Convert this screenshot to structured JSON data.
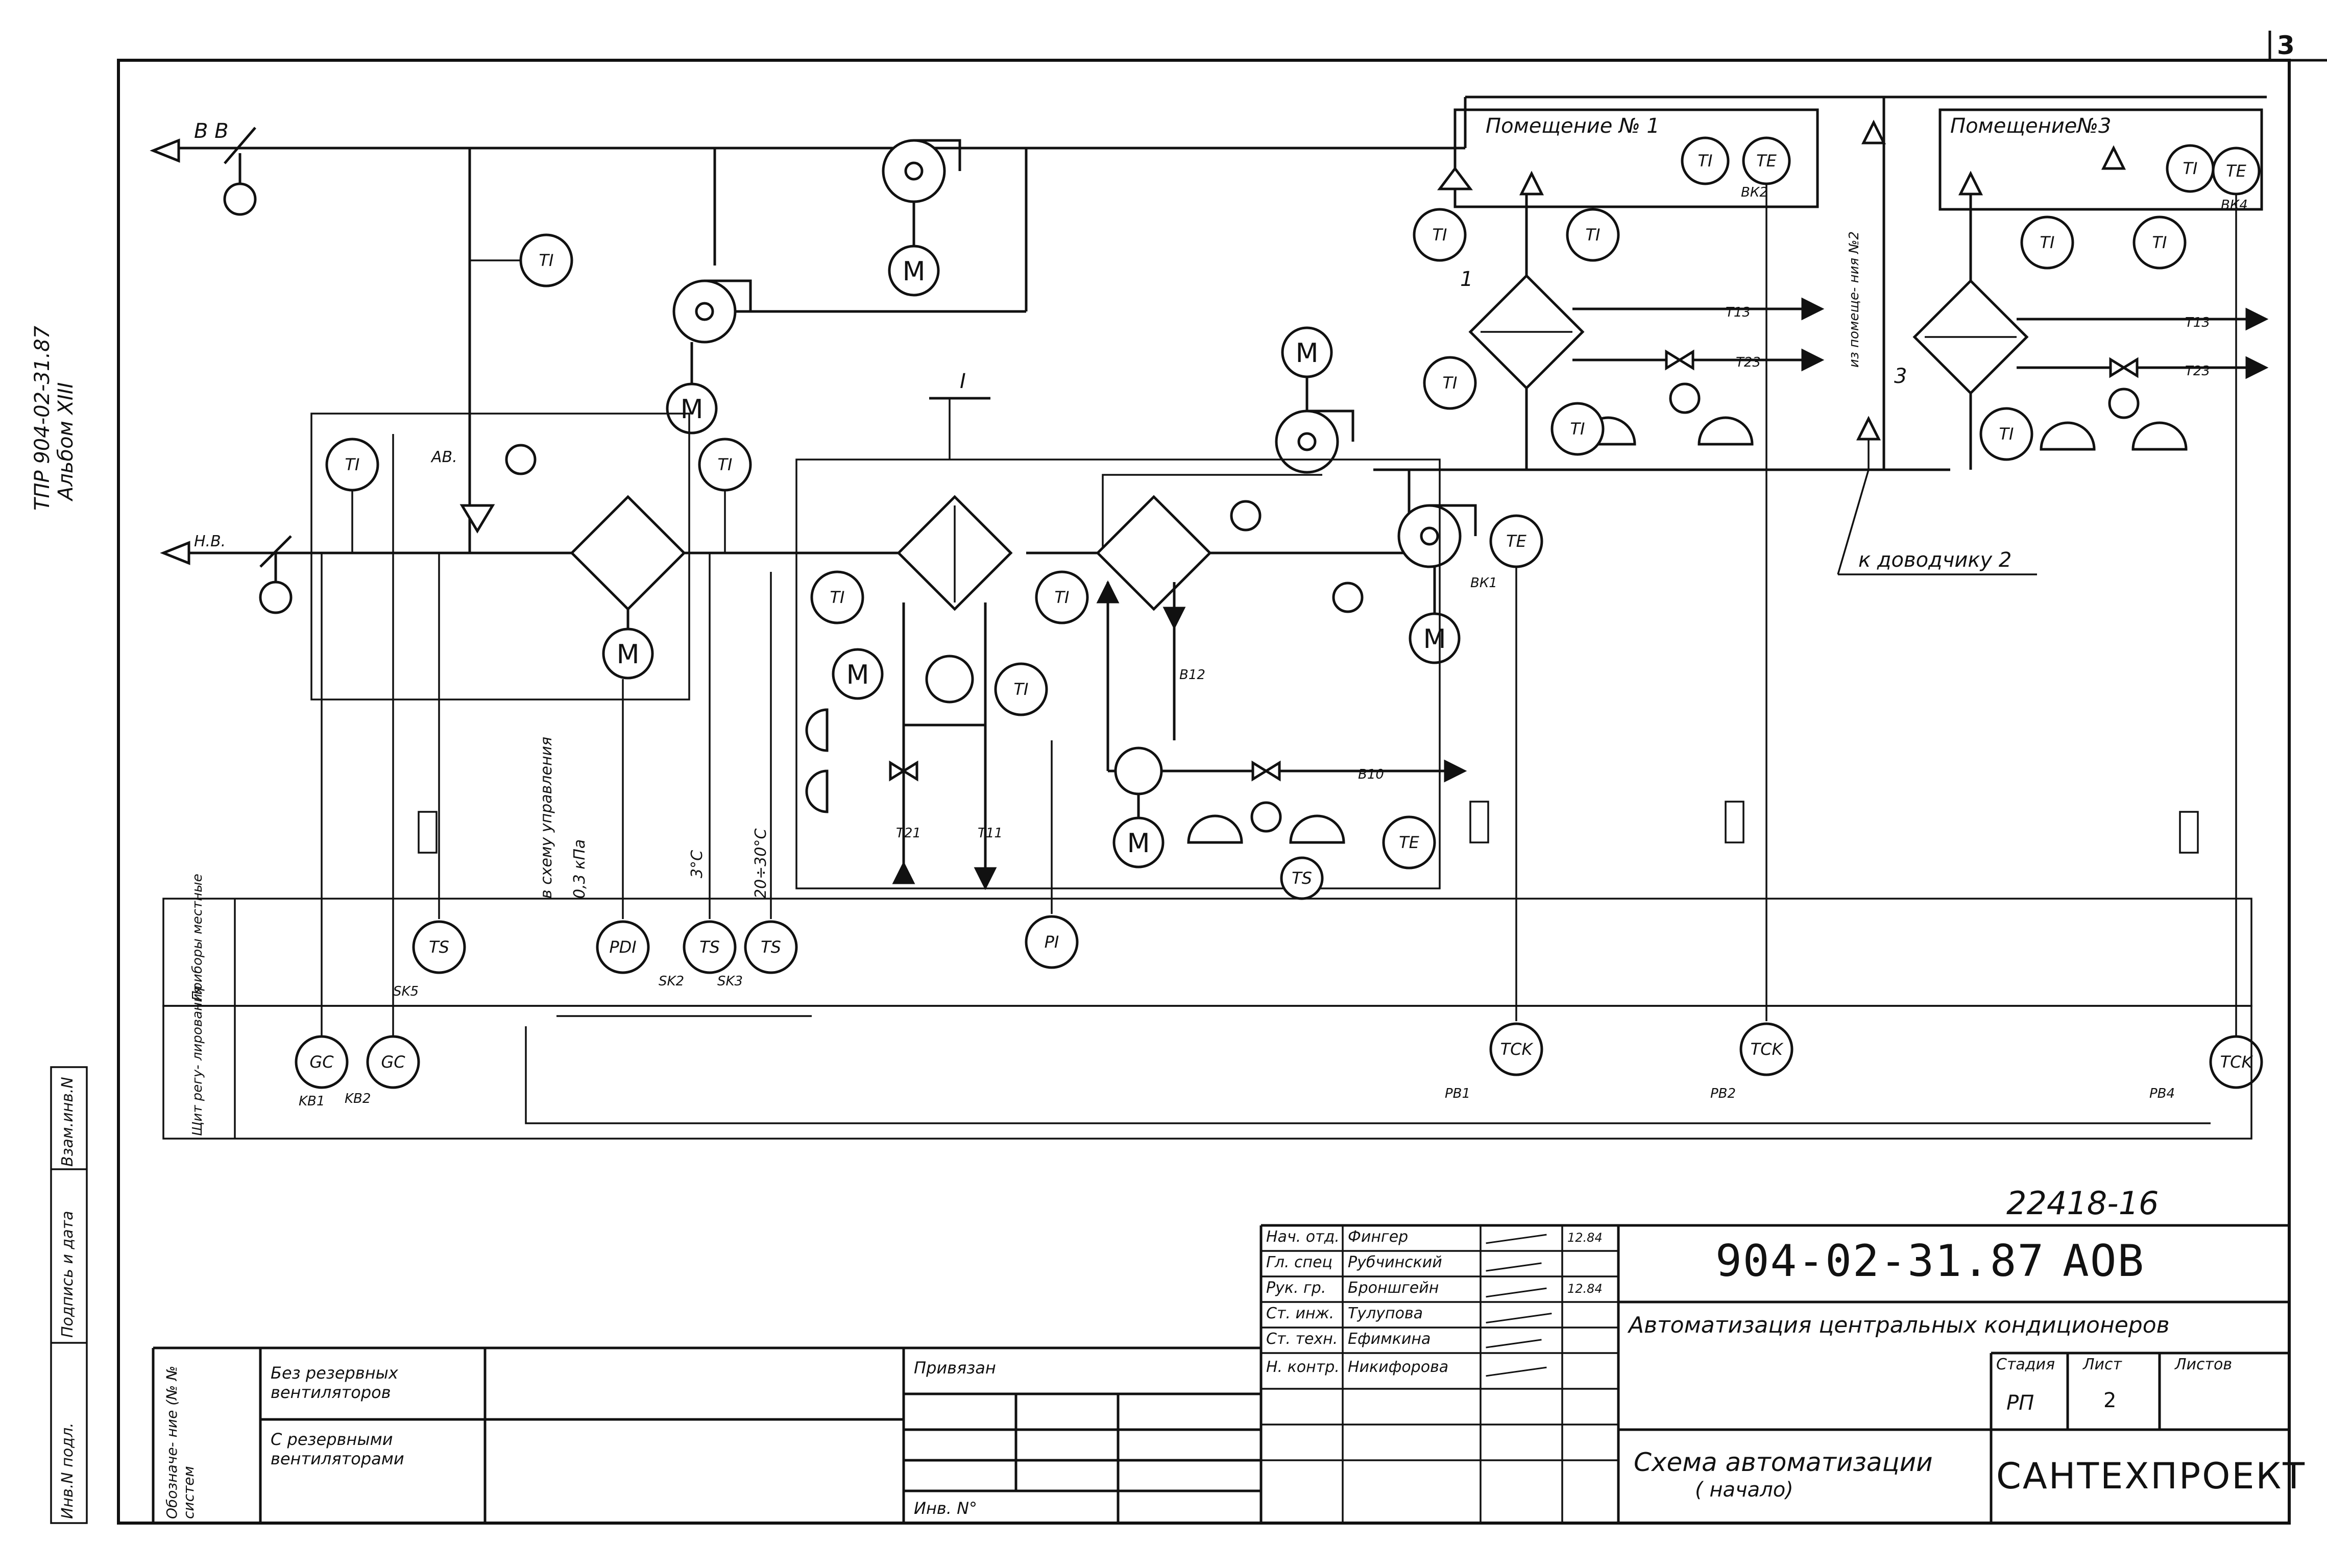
{
  "sheet": {
    "number": "3",
    "vertical_header": {
      "line1": "ТПР 904-02-31.87",
      "line2": "Альбом XIII"
    },
    "left_margin_labels": [
      "Взам.инв.N",
      "Подпись и дата",
      "Инв.N подл."
    ]
  },
  "diagram": {
    "labels": {
      "bb": "В В",
      "hb": "Н.В.",
      "ab": "АВ.",
      "section_mark": "I",
      "room1": "Помещение № 1",
      "room3": "Помещение№3",
      "from_room2": "из помеще- ния №2",
      "to_closer": "к доводчику 2",
      "unit1": "1",
      "unit3": "3",
      "to_scheme": "в схему управления",
      "pressure": "0,3 кПа",
      "temp1": "3°С",
      "temp2": "20÷30°С",
      "row_local": "Приборы местные",
      "row_panel": "Щит регу- лирования"
    },
    "pipe_labels": [
      "Т13",
      "Т23",
      "Т13",
      "Т23",
      "В12",
      "В10",
      "Т21",
      "Т11"
    ],
    "instruments": [
      "TI",
      "TI",
      "TI",
      "TI",
      "TI",
      "TI",
      "TI",
      "TI",
      "TI",
      "TI",
      "TI",
      "TI",
      "TI",
      "TI",
      "TI",
      "TE",
      "TE",
      "TE",
      "TE",
      "PI",
      "PDI",
      "TS",
      "TS",
      "TS",
      "TS",
      "GC",
      "GC",
      "TCK",
      "TCK",
      "TCK"
    ],
    "positions": [
      "ВК2",
      "ВК4",
      "ВК1",
      "SK5",
      "SK2",
      "SK3",
      "KB1",
      "KB2",
      "РВ1",
      "РВ2",
      "РВ4"
    ]
  },
  "title_block": {
    "doc_code": "904-02-31.87",
    "doc_suffix": "АОВ",
    "handwritten_number": "22418-16",
    "title": "Автоматизация центральных кондиционеров",
    "sheet_title_line1": "Схема автоматизации",
    "sheet_title_line2": "( начало)",
    "org": "САНТЕХПРОЕКТ",
    "stage_header": "Стадия",
    "sheet_header": "Лист",
    "sheets_header": "Листов",
    "stage": "РП",
    "sheet_no": "2",
    "sheets_total": "",
    "signatures": [
      {
        "role": "Нач. отд.",
        "name": "Фингер",
        "date": "12.84"
      },
      {
        "role": "Гл. спец",
        "name": "Рубчинский",
        "date": ""
      },
      {
        "role": "Рук. гр.",
        "name": "Броншгейн",
        "date": "12.84"
      },
      {
        "role": "Ст. инж.",
        "name": "Тулупова",
        "date": ""
      },
      {
        "role": "Ст. техн.",
        "name": "Ефимкина",
        "date": ""
      },
      {
        "role": "Н. контр.",
        "name": "Никифорова",
        "date": ""
      }
    ],
    "designation_header": "Обозначе- ние (№ № систем",
    "variants": [
      "Без резервных вентиляторов",
      "С резервными вентиляторами"
    ],
    "bound_label": "Привязан",
    "inv_label": "Инв. N°"
  }
}
